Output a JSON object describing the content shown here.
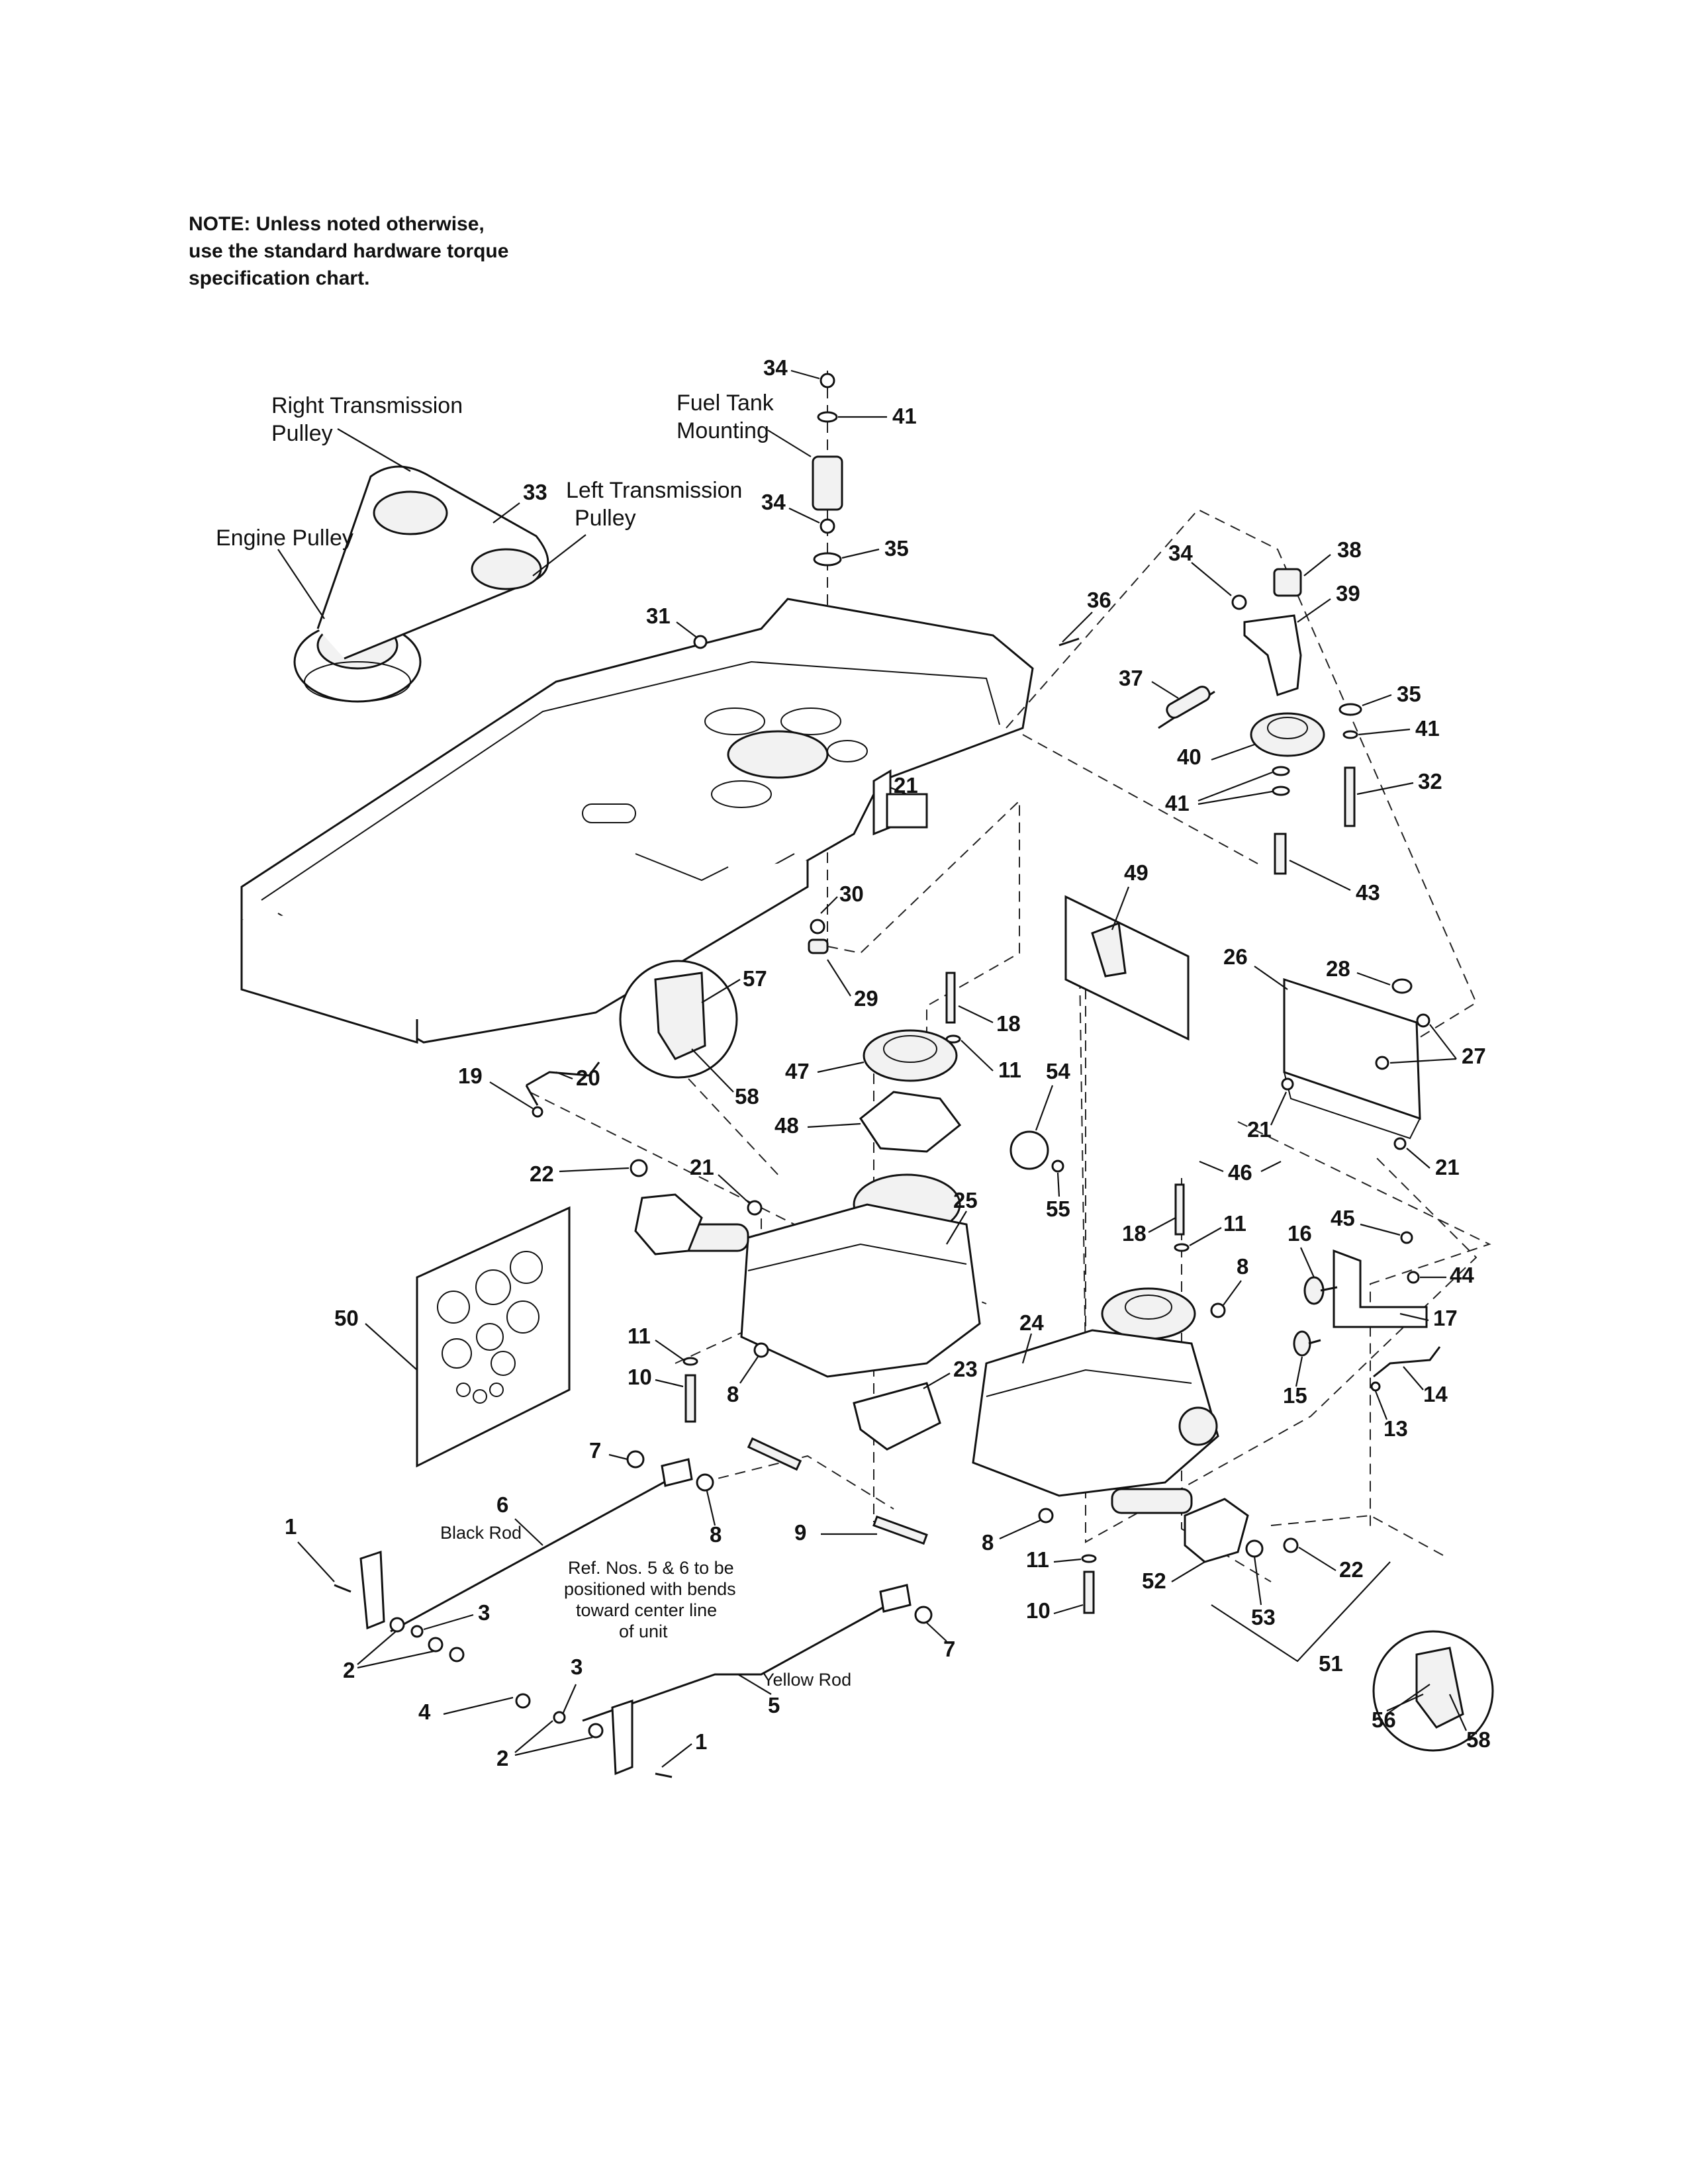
{
  "note": {
    "lines": [
      "NOTE: Unless noted otherwise,",
      "use the standard hardware torque",
      "specification chart."
    ]
  },
  "labels": {
    "right_transmission_pulley": [
      "Right Transmission",
      "Pulley"
    ],
    "left_transmission_pulley": [
      "Left Transmission",
      "Pulley"
    ],
    "engine_pulley": "Engine Pulley",
    "fuel_tank_mounting": [
      "Fuel Tank",
      "Mounting"
    ],
    "black_rod": "Black Rod",
    "yellow_rod": "Yellow Rod",
    "ref_note": [
      "Ref. Nos. 5 & 6 to be",
      "positioned with bends",
      "toward center line",
      "of unit"
    ]
  },
  "callouts": {
    "c1a": "1",
    "c1b": "1",
    "c2a": "2",
    "c2b": "2",
    "c3a": "3",
    "c3b": "3",
    "c4": "4",
    "c5": "5",
    "c6": "6",
    "c7a": "7",
    "c7b": "7",
    "c8a": "8",
    "c8b": "8",
    "c8c": "8",
    "c8d": "8",
    "c9": "9",
    "c10a": "10",
    "c10b": "10",
    "c11a": "11",
    "c11b": "11",
    "c11c": "11",
    "c11d": "11",
    "c13": "13",
    "c14": "14",
    "c15": "15",
    "c16": "16",
    "c17": "17",
    "c18a": "18",
    "c18b": "18",
    "c19": "19",
    "c20": "20",
    "c21a": "21",
    "c21b": "21",
    "c21c": "21",
    "c21d": "21",
    "c22a": "22",
    "c22b": "22",
    "c23": "23",
    "c24": "24",
    "c25": "25",
    "c26": "26",
    "c27": "27",
    "c28": "28",
    "c29": "29",
    "c30": "30",
    "c31": "31",
    "c32": "32",
    "c33": "33",
    "c34a": "34",
    "c34b": "34",
    "c34c": "34",
    "c35a": "35",
    "c35b": "35",
    "c36": "36",
    "c37": "37",
    "c38": "38",
    "c39": "39",
    "c40": "40",
    "c41a": "41",
    "c41b": "41",
    "c41c": "41",
    "c43": "43",
    "c44": "44",
    "c45": "45",
    "c46": "46",
    "c47": "47",
    "c48": "48",
    "c49": "49",
    "c50": "50",
    "c51": "51",
    "c52": "52",
    "c53": "53",
    "c54": "54",
    "c55": "55",
    "c56": "56",
    "c57": "57",
    "c58a": "58",
    "c58b": "58"
  }
}
